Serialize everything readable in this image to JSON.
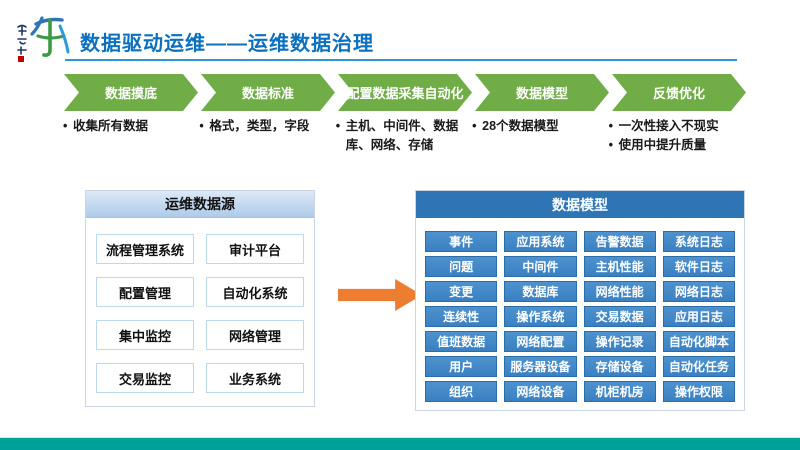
{
  "header": {
    "title": "数据驱动运维——运维数据治理"
  },
  "process": {
    "steps": [
      {
        "label": "数据摸底",
        "bullets": [
          "收集所有数据"
        ]
      },
      {
        "label": "数据标准",
        "bullets": [
          "格式，类型，字段"
        ]
      },
      {
        "label": "配置数据采集自动化",
        "bullets": [
          "主机、中间件、数据库、网络、存储"
        ]
      },
      {
        "label": "数据模型",
        "bullets": [
          "28个数据模型"
        ]
      },
      {
        "label": "反馈优化",
        "bullets": [
          "一次性接入不现实",
          "使用中提升质量"
        ]
      }
    ]
  },
  "data_sources": {
    "title": "运维数据源",
    "items": [
      "流程管理系统",
      "审计平台",
      "配置管理",
      "自动化系统",
      "集中监控",
      "网络管理",
      "交易监控",
      "业务系统"
    ]
  },
  "data_model": {
    "title": "数据模型",
    "items": [
      "事件",
      "应用系统",
      "告警数据",
      "系统日志",
      "问题",
      "中间件",
      "主机性能",
      "软件日志",
      "变更",
      "数据库",
      "网络性能",
      "网络日志",
      "连续性",
      "操作系统",
      "交易数据",
      "应用日志",
      "值班数据",
      "网络配置",
      "操作记录",
      "自动化脚本",
      "用户",
      "服务器设备",
      "存储设备",
      "自动化任务",
      "组织",
      "网络设备",
      "机柜机房",
      "操作权限"
    ]
  },
  "icons": {
    "flow_arrow": "right-arrow",
    "brand_logo": "calligraphy-brand-mark"
  },
  "colors": {
    "title_blue": "#0B70C0",
    "divider_blue": "#2E96D9",
    "chevron_green": "#70AD47",
    "accent_orange": "#ED7D31",
    "panel_header_blue": "#2E75B6",
    "button_blue": "#3F88C9",
    "source_border_blue": "#BDD7EE",
    "footer_teal": "#00A09A"
  }
}
